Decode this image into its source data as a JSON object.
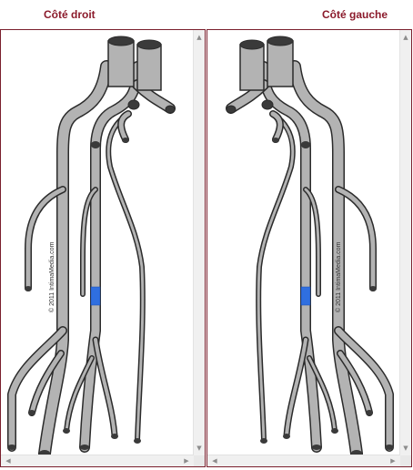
{
  "panels": {
    "left": {
      "title": "Côté droit",
      "credit": "© 2011 IntimaMedia.com"
    },
    "right": {
      "title": "Côté gauche",
      "credit": "© 2011 IntimaMedia.com"
    }
  },
  "scrollbar": {
    "up": "▲",
    "down": "▼",
    "left": "◀",
    "right": "▶"
  },
  "colors": {
    "frame": "#7a1f2d",
    "title": "#8b1a2b",
    "vessel_fill": "#b3b3b3",
    "vessel_stroke": "#2b2b2b",
    "highlight": "#2f6fe0"
  }
}
